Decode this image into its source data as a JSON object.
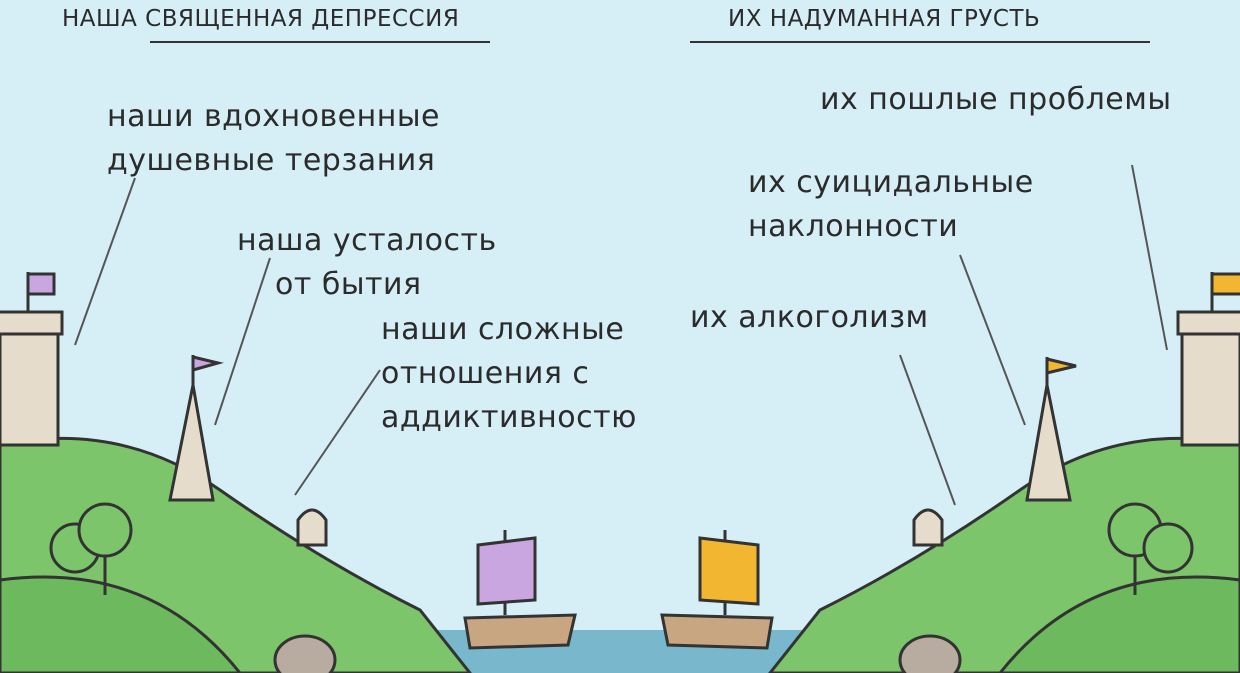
{
  "left": {
    "heading": "НАША СВЯЩЕННАЯ ДЕПРЕССИЯ",
    "labels": [
      {
        "lines": [
          "наши вдохновенные",
          "душевные терзания"
        ]
      },
      {
        "lines": [
          "наша усталость",
          "от бытия"
        ]
      },
      {
        "lines": [
          "наши сложные",
          "отношения с",
          "аддиктивностю"
        ]
      }
    ],
    "flag_color": "#c9a6e0",
    "sail_color": "#c9a6e0"
  },
  "right": {
    "heading": "ИХ НАДУМАННАЯ ГРУСТЬ",
    "labels": [
      {
        "lines": [
          "их пошлые проблемы"
        ]
      },
      {
        "lines": [
          "их суицидальные",
          "наклонности"
        ]
      },
      {
        "lines": [
          "их алкоголизм"
        ]
      }
    ],
    "flag_color": "#f2b630",
    "sail_color": "#f2b630"
  },
  "colors": {
    "sky": "#d6eff6",
    "hill": "#7cc56b",
    "water": "#79b8cc"
  }
}
